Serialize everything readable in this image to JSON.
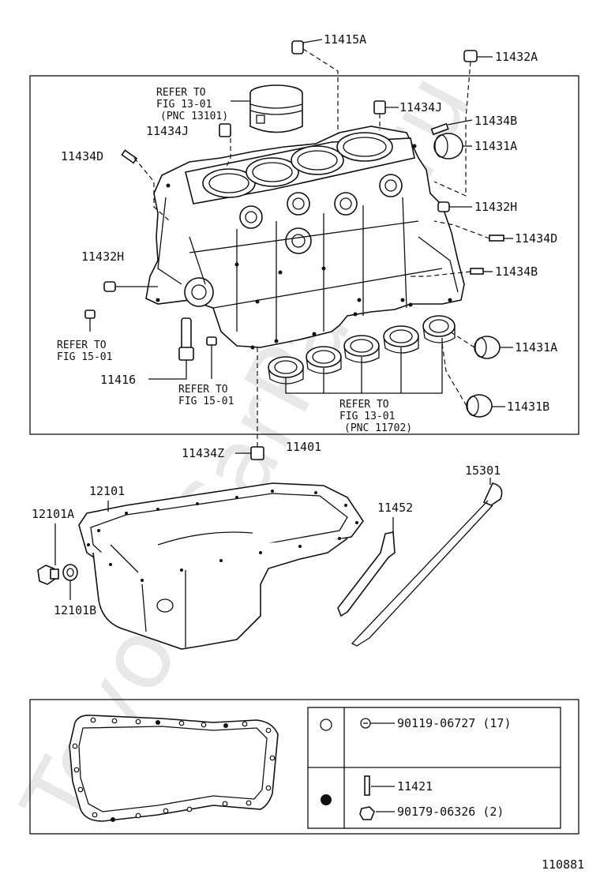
{
  "labels": {
    "p11415A": "11415A",
    "p11432A": "11432A",
    "p11434J_top": "11434J",
    "p11434B_top": "11434B",
    "p11431A_top": "11431A",
    "p11434J_left": "11434J",
    "p11434D_left": "11434D",
    "p11432H_right": "11432H",
    "p11434D_right": "11434D",
    "p11432H_left": "11432H",
    "p11434B_right": "11434B",
    "p11431A_right": "11431A",
    "p11416": "11416",
    "p11431B": "11431B",
    "p11434Z": "11434Z",
    "p11401": "11401",
    "p12101": "12101",
    "p12101A": "12101A",
    "p12101B": "12101B",
    "p11452": "11452",
    "p15301": "15301",
    "p11421": "11421",
    "diagram_id": "110881"
  },
  "refer": {
    "piston": [
      "REFER TO",
      "FIG 13-01",
      "(PNC 13101)"
    ],
    "left_fig": [
      "REFER TO",
      "FIG 15-01"
    ],
    "center_fig": [
      "REFER TO",
      "FIG 15-01"
    ],
    "bearing": [
      "REFER TO",
      "FIG 13-01",
      "(PNC 11702)"
    ]
  },
  "legend": {
    "open_circle_item": "90119-06727 (17)",
    "filled_circle_item_1": "11421",
    "filled_circle_item_2": "90179-06326 (2)"
  },
  "watermark": "ToyotaCarParts.ru"
}
